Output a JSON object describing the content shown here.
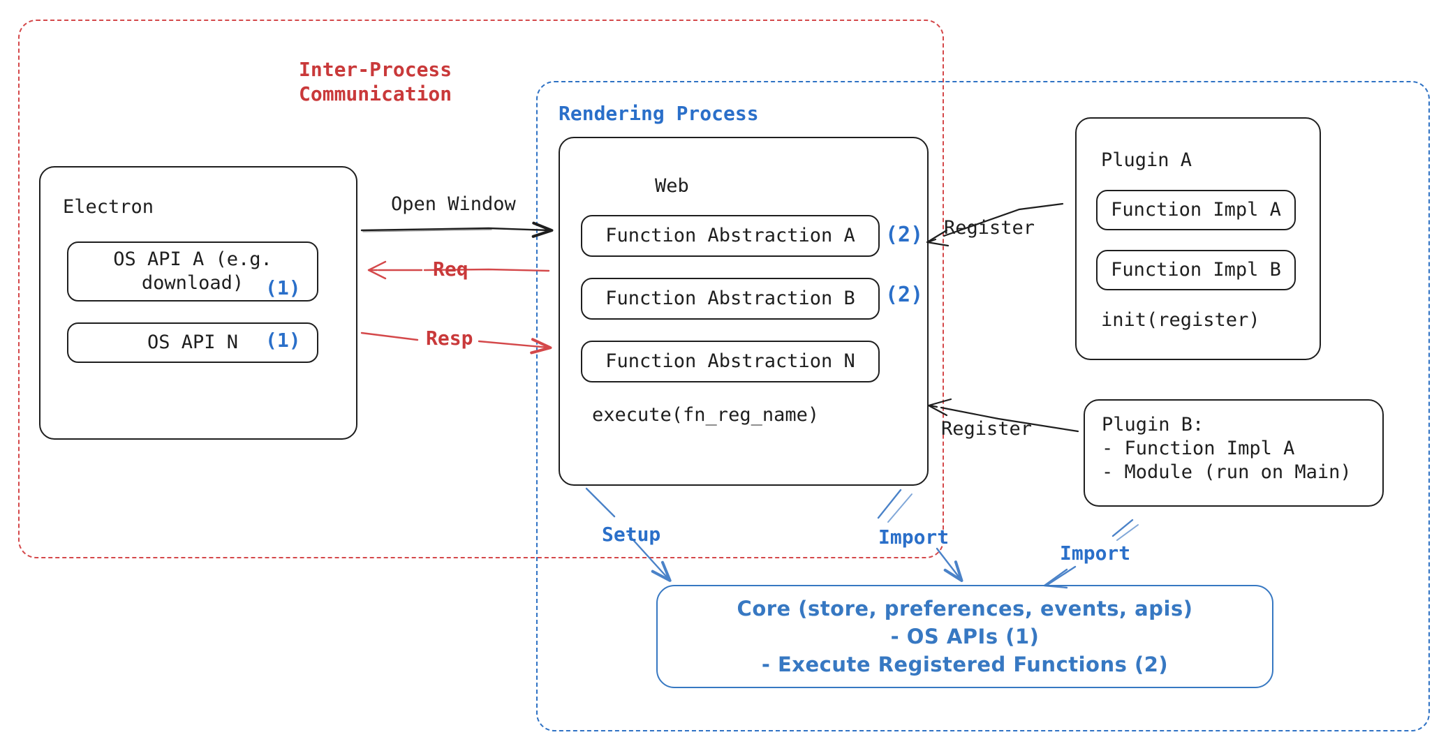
{
  "diagram": {
    "title": "Electron plugin architecture diagram",
    "colors": {
      "ipc_red": "#c9393a",
      "render_blue": "#2a6fc9",
      "core_blue": "#3778c2",
      "stroke_black": "#1e1e1e"
    }
  },
  "containers": {
    "ipc": {
      "label": "Inter-Process\nCommunication",
      "style": "dashed",
      "color": "#c9393a"
    },
    "rendering": {
      "label": "Rendering Process",
      "style": "dashed",
      "color": "#2a6fc9"
    }
  },
  "electron": {
    "title": "Electron",
    "items": [
      {
        "label": "OS API A (e.g.\ndownload)",
        "marker": "(1)"
      },
      {
        "label": "OS API N",
        "marker": "(1)"
      }
    ]
  },
  "web": {
    "title": "Web",
    "items": [
      {
        "label": "Function Abstraction A",
        "marker": "(2)"
      },
      {
        "label": "Function Abstraction B",
        "marker": "(2)"
      },
      {
        "label": "Function Abstraction N",
        "marker": ""
      }
    ],
    "footer": "execute(fn_reg_name)"
  },
  "plugin_a": {
    "title": "Plugin A",
    "items": [
      {
        "label": "Function Impl A"
      },
      {
        "label": "Function Impl B"
      }
    ],
    "footer": "init(register)"
  },
  "plugin_b": {
    "text": "Plugin B:\n- Function Impl A\n- Module (run on Main)"
  },
  "core": {
    "lines": [
      "Core (store, preferences, events, apis)",
      "- OS APIs (1)",
      "- Execute Registered Functions (2)"
    ]
  },
  "edges": [
    {
      "label": "Open Window",
      "color": "#1e1e1e",
      "from": "electron",
      "to": "web"
    },
    {
      "label": "Req",
      "color": "#c9393a",
      "from": "web",
      "to": "electron"
    },
    {
      "label": "Resp",
      "color": "#c9393a",
      "from": "electron",
      "to": "web"
    },
    {
      "label": "Register",
      "color": "#1e1e1e",
      "from": "plugin_a",
      "to": "web"
    },
    {
      "label": "Register",
      "color": "#1e1e1e",
      "from": "plugin_b",
      "to": "web"
    },
    {
      "label": "Setup",
      "color": "#2a6fc9",
      "from": "web",
      "to": "core"
    },
    {
      "label": "Import",
      "color": "#2a6fc9",
      "from": "web",
      "to": "core"
    },
    {
      "label": "Import",
      "color": "#2a6fc9",
      "from": "plugin_b",
      "to": "core"
    }
  ]
}
